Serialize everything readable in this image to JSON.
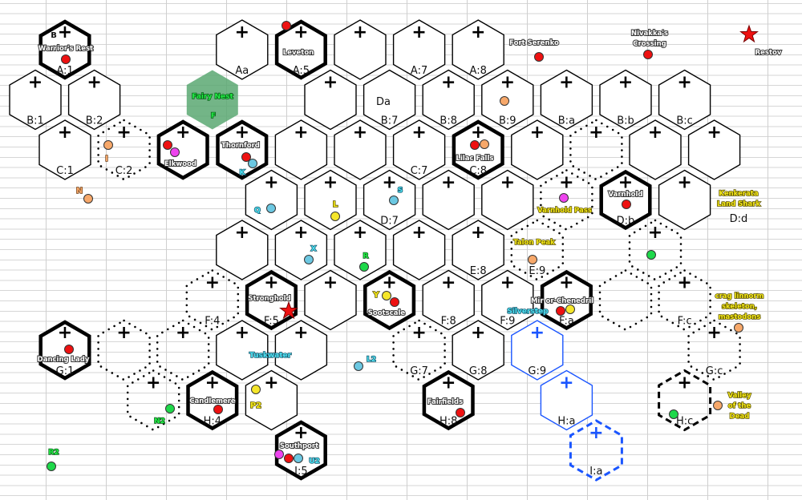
{
  "colors": {
    "red": "#ee1111",
    "orange": "#f7a86a",
    "cyan": "#6cc8e2",
    "yellow": "#f5e62a",
    "green": "#1ed84a",
    "magenta": "#ee44ee",
    "blue": "#1a55ff",
    "fairy": "#5aa872"
  },
  "hexes": [
    {
      "row": "A",
      "col": "1",
      "style": "thick",
      "label": "A:1",
      "plus": true
    },
    {
      "row": "A",
      "col": "4",
      "style": "normal",
      "label": "Aa",
      "plus": true
    },
    {
      "row": "A",
      "col": "5",
      "style": "thick",
      "label": "A:5",
      "plus": true
    },
    {
      "row": "A",
      "col": "6",
      "style": "normal",
      "label": "",
      "plus": true
    },
    {
      "row": "A",
      "col": "7",
      "style": "normal",
      "label": "A:7",
      "plus": true
    },
    {
      "row": "A",
      "col": "8",
      "style": "normal",
      "label": "A:8",
      "plus": true
    },
    {
      "row": "B",
      "col": "1",
      "style": "normal",
      "label": "B:1",
      "plus": true
    },
    {
      "row": "B",
      "col": "2",
      "style": "normal",
      "label": "B:2",
      "plus": true
    },
    {
      "row": "B",
      "col": "4",
      "style": "fairy",
      "label": "",
      "plus": false
    },
    {
      "row": "B",
      "col": "6",
      "style": "normal",
      "label": "",
      "plus": true
    },
    {
      "row": "B",
      "col": "7",
      "style": "normal",
      "label": "B:7",
      "plus": false
    },
    {
      "row": "B",
      "col": "8",
      "style": "normal",
      "label": "B:8",
      "plus": true
    },
    {
      "row": "B",
      "col": "9",
      "style": "normal",
      "label": "B:9",
      "plus": true
    },
    {
      "row": "B",
      "col": "a",
      "style": "normal",
      "label": "B:a",
      "plus": true
    },
    {
      "row": "B",
      "col": "b",
      "style": "normal",
      "label": "B:b",
      "plus": true
    },
    {
      "row": "B",
      "col": "c",
      "style": "normal",
      "label": "B:c",
      "plus": true
    },
    {
      "row": "C",
      "col": "1",
      "style": "normal",
      "label": "C:1",
      "plus": true
    },
    {
      "row": "C",
      "col": "2",
      "style": "dotted",
      "label": "C:2",
      "plus": true
    },
    {
      "row": "C",
      "col": "3",
      "style": "thick",
      "label": "",
      "plus": true
    },
    {
      "row": "C",
      "col": "4",
      "style": "thick",
      "label": "",
      "plus": true
    },
    {
      "row": "C",
      "col": "5",
      "style": "normal",
      "label": "",
      "plus": true
    },
    {
      "row": "C",
      "col": "6",
      "style": "normal",
      "label": "",
      "plus": true
    },
    {
      "row": "C",
      "col": "7",
      "style": "normal",
      "label": "C:7",
      "plus": true
    },
    {
      "row": "C",
      "col": "8",
      "style": "thick",
      "label": "C:8",
      "plus": true
    },
    {
      "row": "C",
      "col": "9",
      "style": "normal",
      "label": "",
      "plus": true
    },
    {
      "row": "C",
      "col": "a",
      "style": "dotted",
      "label": "",
      "plus": true
    },
    {
      "row": "C",
      "col": "b",
      "style": "normal",
      "label": "",
      "plus": true
    },
    {
      "row": "C",
      "col": "c",
      "style": "normal",
      "label": "",
      "plus": true
    },
    {
      "row": "D",
      "col": "5",
      "style": "normal",
      "label": "",
      "plus": true
    },
    {
      "row": "D",
      "col": "6",
      "style": "normal",
      "label": "",
      "plus": true
    },
    {
      "row": "D",
      "col": "7",
      "style": "normal",
      "label": "D:7",
      "plus": true
    },
    {
      "row": "D",
      "col": "8",
      "style": "normal",
      "label": "",
      "plus": true
    },
    {
      "row": "D",
      "col": "9",
      "style": "normal",
      "label": "",
      "plus": true
    },
    {
      "row": "D",
      "col": "a",
      "style": "dotted",
      "label": "",
      "plus": true
    },
    {
      "row": "D",
      "col": "b",
      "style": "thick",
      "label": "D:b",
      "plus": true
    },
    {
      "row": "D",
      "col": "c",
      "style": "normal",
      "label": "",
      "plus": true
    },
    {
      "row": "E",
      "col": "4",
      "style": "normal",
      "label": "",
      "plus": true
    },
    {
      "row": "E",
      "col": "5",
      "style": "normal",
      "label": "",
      "plus": true
    },
    {
      "row": "E",
      "col": "6",
      "style": "normal",
      "label": "",
      "plus": true
    },
    {
      "row": "E",
      "col": "7",
      "style": "normal",
      "label": "",
      "plus": true
    },
    {
      "row": "E",
      "col": "8",
      "style": "normal",
      "label": "E:8",
      "plus": true
    },
    {
      "row": "E",
      "col": "9",
      "style": "dotted",
      "label": "E:9",
      "plus": false
    },
    {
      "row": "E",
      "col": "b",
      "style": "dotted",
      "label": "",
      "plus": true
    },
    {
      "row": "F",
      "col": "4",
      "style": "dotted",
      "label": "F:4",
      "plus": true
    },
    {
      "row": "F",
      "col": "5",
      "style": "thick",
      "label": "F:5",
      "plus": true
    },
    {
      "row": "F",
      "col": "6",
      "style": "normal",
      "label": "",
      "plus": true
    },
    {
      "row": "F",
      "col": "7",
      "style": "thick",
      "label": "",
      "plus": true
    },
    {
      "row": "F",
      "col": "8",
      "style": "normal",
      "label": "F:8",
      "plus": true
    },
    {
      "row": "F",
      "col": "9",
      "style": "normal",
      "label": "F:9",
      "plus": true
    },
    {
      "row": "F",
      "col": "a",
      "style": "thick",
      "label": "F:a",
      "plus": true
    },
    {
      "row": "F",
      "col": "b",
      "style": "dotted",
      "label": "",
      "plus": false
    },
    {
      "row": "F",
      "col": "c",
      "style": "dotted",
      "label": "F:c",
      "plus": true
    },
    {
      "row": "G",
      "col": "1",
      "style": "thick",
      "label": "G:1",
      "plus": true
    },
    {
      "row": "G",
      "col": "2",
      "style": "dotted",
      "label": "",
      "plus": true
    },
    {
      "row": "G",
      "col": "3",
      "style": "dotted",
      "label": "",
      "plus": true
    },
    {
      "row": "G",
      "col": "4",
      "style": "normal",
      "label": "",
      "plus": true
    },
    {
      "row": "G",
      "col": "5",
      "style": "normal",
      "label": "",
      "plus": true
    },
    {
      "row": "G",
      "col": "7",
      "style": "dotted",
      "label": "G:7",
      "plus": true
    },
    {
      "row": "G",
      "col": "8",
      "style": "normal",
      "label": "G:8",
      "plus": true
    },
    {
      "row": "G",
      "col": "9",
      "style": "blue",
      "label": "G:9",
      "plus": true
    },
    {
      "row": "G",
      "col": "c",
      "style": "dotted",
      "label": "G:c",
      "plus": true
    },
    {
      "row": "H",
      "col": "3",
      "style": "dotted",
      "label": "",
      "plus": true
    },
    {
      "row": "H",
      "col": "4",
      "style": "thick",
      "label": "H:4",
      "plus": true
    },
    {
      "row": "H",
      "col": "5",
      "style": "normal",
      "label": "",
      "plus": true
    },
    {
      "row": "H",
      "col": "8",
      "style": "thick",
      "label": "H:8",
      "plus": true
    },
    {
      "row": "H",
      "col": "a",
      "style": "blue",
      "label": "H:a",
      "plus": true
    },
    {
      "row": "H",
      "col": "c",
      "style": "dashed",
      "label": "H:c",
      "plus": true
    },
    {
      "row": "I",
      "col": "5",
      "style": "thick",
      "label": "I:5",
      "plus": true
    },
    {
      "row": "I",
      "col": "a",
      "style": "bluedashed",
      "label": "I:a",
      "plus": true
    }
  ],
  "places": {
    "warriors_rest": "Warrior's Rest",
    "leveton": "Leveton",
    "fort_serenko": "Fort Serenko",
    "nivakka_1": "Nivakka's",
    "nivakka_2": "Crossing",
    "restov": "Restov",
    "elkwood": "Elkwood",
    "thornford": "Thornford",
    "lilac_falls": "Lilac Falls",
    "varnhold": "Varnhold",
    "stronghold": "Stronghold",
    "sootscale": "Sootscale",
    "mir": "Mir or-Chenedril",
    "dancing_lady": "Dancing Lady",
    "candlemere": "Candlemere",
    "fairfields": "Fairfields",
    "southport": "Southport",
    "fairy_nest": "Fairy Nest",
    "fairy_letter": "F",
    "silverstep": "Silverstep",
    "tuskwater": "Tuskwater",
    "da": "Da",
    "dd": "D:d"
  },
  "monsters": {
    "varnhold_pass": "Varnhold Pass",
    "talon_peak": "Talon Peak",
    "kenkerata_1": "Kenkerata",
    "kenkerata_2": "Land Shark",
    "crag_1": "crag linnorm",
    "crag_2": "skeleton,",
    "crag_3": "mastodons",
    "valley_1": "Valley",
    "valley_2": "of the",
    "valley_3": "Dead"
  },
  "markers": {
    "B": "B",
    "I": "I",
    "N": "N",
    "K": "K",
    "Q": "Q",
    "L": "L",
    "S": "S",
    "X": "X",
    "R": "R",
    "Y": "Y",
    "L2": "L2",
    "N2": "N2",
    "P2": "P2",
    "U2": "U2",
    "R2": "R2"
  }
}
